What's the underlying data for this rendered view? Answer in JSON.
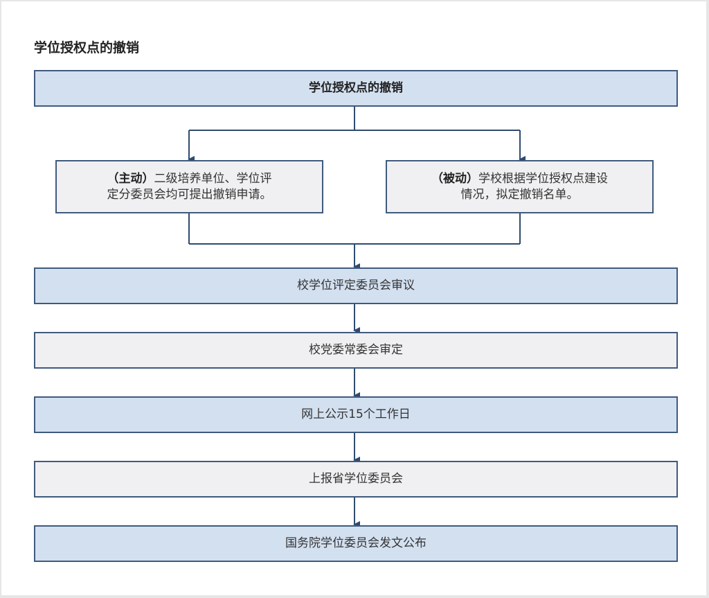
{
  "page_title": "学位授权点的撤销",
  "flow": {
    "top": "学位授权点的撤销",
    "left_branch": {
      "tag": "（主动）",
      "line1": "二级培养单位、学位评",
      "line2": "定分委员会均可提出撤销申请。"
    },
    "right_branch": {
      "tag": "（被动）",
      "line1": "学校根据学位授权点建设",
      "line2": "情况，拟定撤销名单。"
    },
    "steps": [
      "校学位评定委员会审议",
      "校党委常委会审定",
      "网上公示15个工作日",
      "上报省学位委员会",
      "国务院学位委员会发文公布"
    ]
  },
  "colors": {
    "border": "#3f5a7d",
    "blue_fill": "#d3e0f0",
    "gray_fill": "#f0f0f2",
    "connector": "#2f4a6e"
  }
}
